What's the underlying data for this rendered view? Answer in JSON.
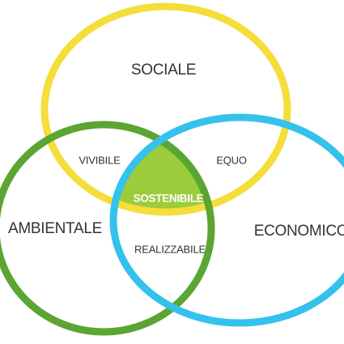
{
  "diagram": {
    "sets": [
      {
        "name": "SOCIALE",
        "color": "#f5dd3a"
      },
      {
        "name": "AMBIENTALE",
        "color": "#5ba532"
      },
      {
        "name": "ECONOMICO",
        "color": "#33c2ec"
      }
    ],
    "intersections": {
      "sociale_ambientale": "VIVIBILE",
      "sociale_economico": "EQUO",
      "ambientale_economico": "REALIZZABILE",
      "all": "SOSTENIBILE"
    },
    "center_fill_color": "#9ccb3b"
  }
}
